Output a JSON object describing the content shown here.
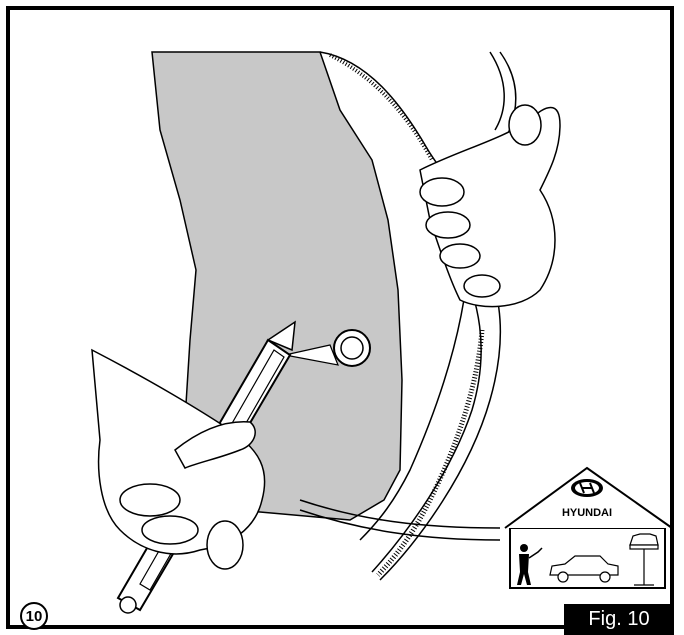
{
  "step_number": "10",
  "figure_label": "Fig. 10",
  "brand_logo_text": "HYUNDAI",
  "colors": {
    "panel_fill": "#c8c8c8",
    "line": "#000000",
    "label_background": "#000000",
    "label_text": "#ffffff"
  },
  "icons": [
    "hand-icon",
    "utility-knife-icon",
    "rivet-icon",
    "garage-icon",
    "car-icon",
    "mechanic-icon",
    "lifted-car-icon"
  ]
}
